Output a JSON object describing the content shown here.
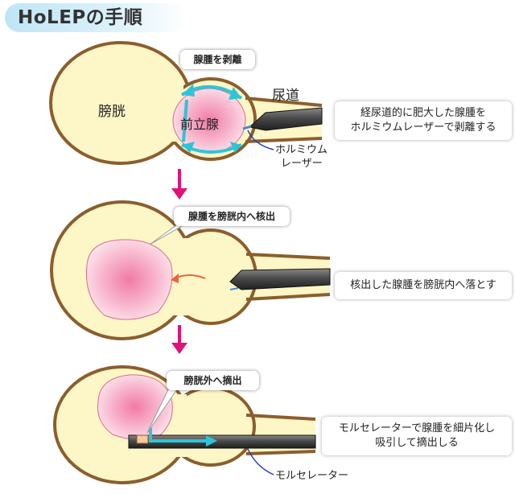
{
  "title": "HoLEPの手順",
  "step1": {
    "bladder_label": "膀胱",
    "prostate_label": "前立腺",
    "urethra_label": "尿道",
    "bubble": "腺腫を剥離",
    "laser_label_line1": "ホルミウム",
    "laser_label_line2": "レーザー",
    "description_line1": "経尿道的に肥大した腺腫を",
    "description_line2": "ホルミウムレーザーで剥離する"
  },
  "step2": {
    "bubble": "腺腫を膀胱内へ核出",
    "description": "核出した腺腫を膀胱内へ落とす"
  },
  "step3": {
    "bubble": "膀胱外へ摘出",
    "device_label": "モルセレーター",
    "description_line1": "モルセレーターで腺腫を細片化し",
    "description_line2": "吸引して摘出しる"
  },
  "colors": {
    "organ_fill": "#fdf6c6",
    "organ_outline": "#8b5e2e",
    "adenoma_pink": "#f08cb0",
    "arrow_magenta": "#e0127a",
    "cyan": "#2ec4d8",
    "leader_blue": "#1a3fc8",
    "arrow_orange": "#e8663a"
  }
}
